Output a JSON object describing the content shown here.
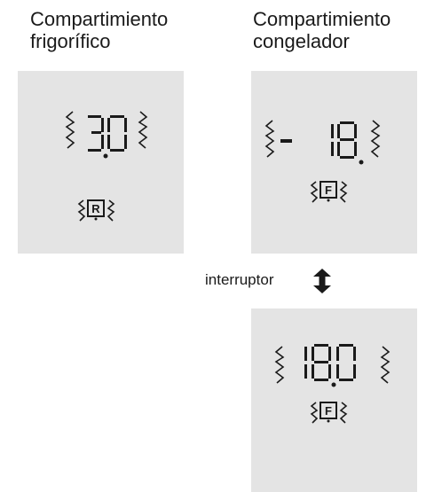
{
  "fridge": {
    "heading": [
      "Compartimiento",
      "frigorífico"
    ],
    "display": "3.0",
    "mode_letter": "R"
  },
  "freezer": {
    "heading": [
      "Compartimiento",
      "congelador"
    ],
    "display": "- 18.",
    "mode_letter": "F"
  },
  "freezer_alt": {
    "display": "18.0",
    "mode_letter": "F"
  },
  "switch_label": "interruptor",
  "icons": {
    "blink": "blink-zigzag-icon",
    "switch": "up-down-double-arrow-icon"
  },
  "colors": {
    "panel": "#e4e4e4",
    "ink": "#1a1a1a"
  }
}
